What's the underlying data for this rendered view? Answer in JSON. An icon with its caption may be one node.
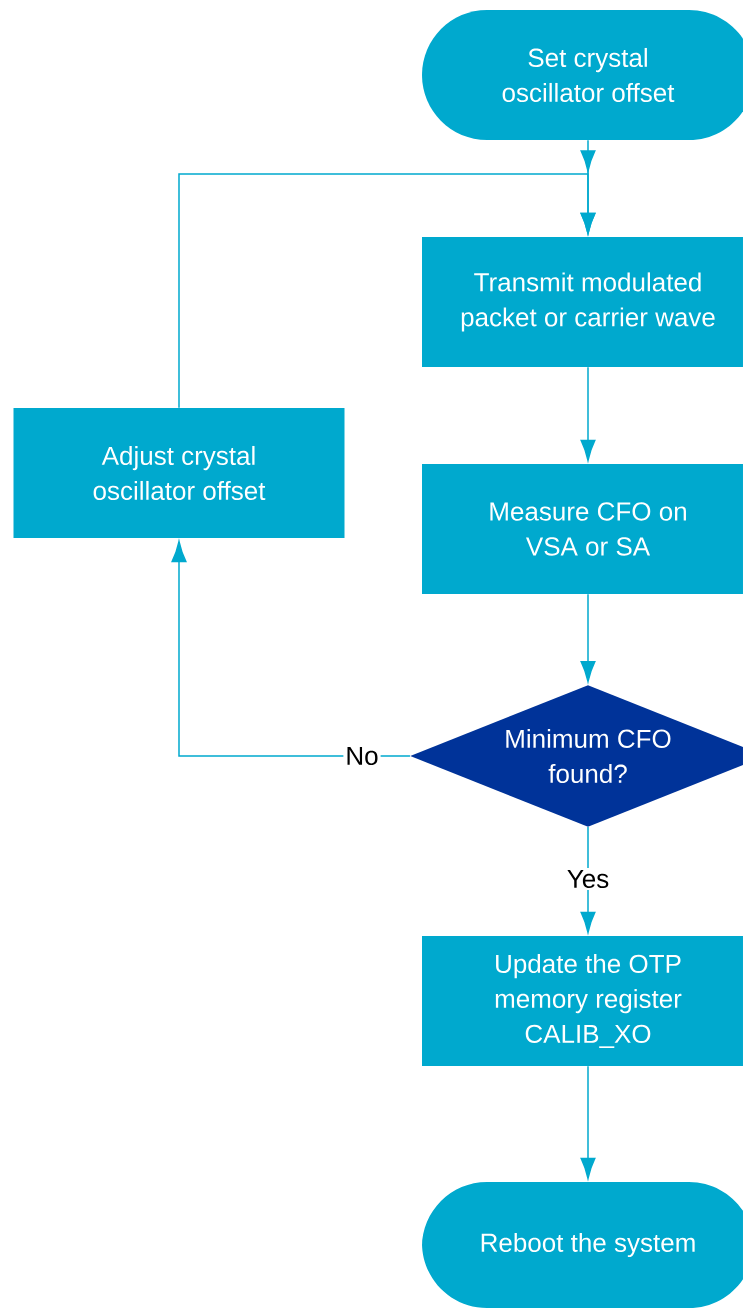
{
  "diagram": {
    "nodes": [
      {
        "text": [
          "Set crystal oscillator offset"
        ]
      },
      {
        "text": [
          "Transmit modulated packet or carrier wave"
        ]
      },
      {
        "text": [
          "Measure CFO on VSA or SA"
        ]
      },
      {
        "text": [
          "Minimum CFO found?"
        ]
      },
      {
        "text": [
          "Update the OTP memory register CALIB_XO"
        ]
      },
      {
        "text": [
          "Reboot the system"
        ]
      },
      {
        "text": [
          "Adjust crystal oscillator offset"
        ]
      }
    ],
    "edges": [
      {
        "from": 0,
        "to": 1,
        "arrow": "to"
      },
      {
        "from": 1,
        "to": 2,
        "arrow": "to"
      },
      {
        "from": 2,
        "to": 3,
        "arrow": "to"
      },
      {
        "from": 3,
        "to": 4,
        "arrow": "to",
        "label": "Yes"
      },
      {
        "from": 4,
        "to": 5,
        "arrow": "to"
      },
      {
        "from": 3,
        "to": 6,
        "arrow": "to",
        "label": "No"
      },
      {
        "from": 6,
        "to": 1,
        "arrow": "to"
      }
    ]
  }
}
